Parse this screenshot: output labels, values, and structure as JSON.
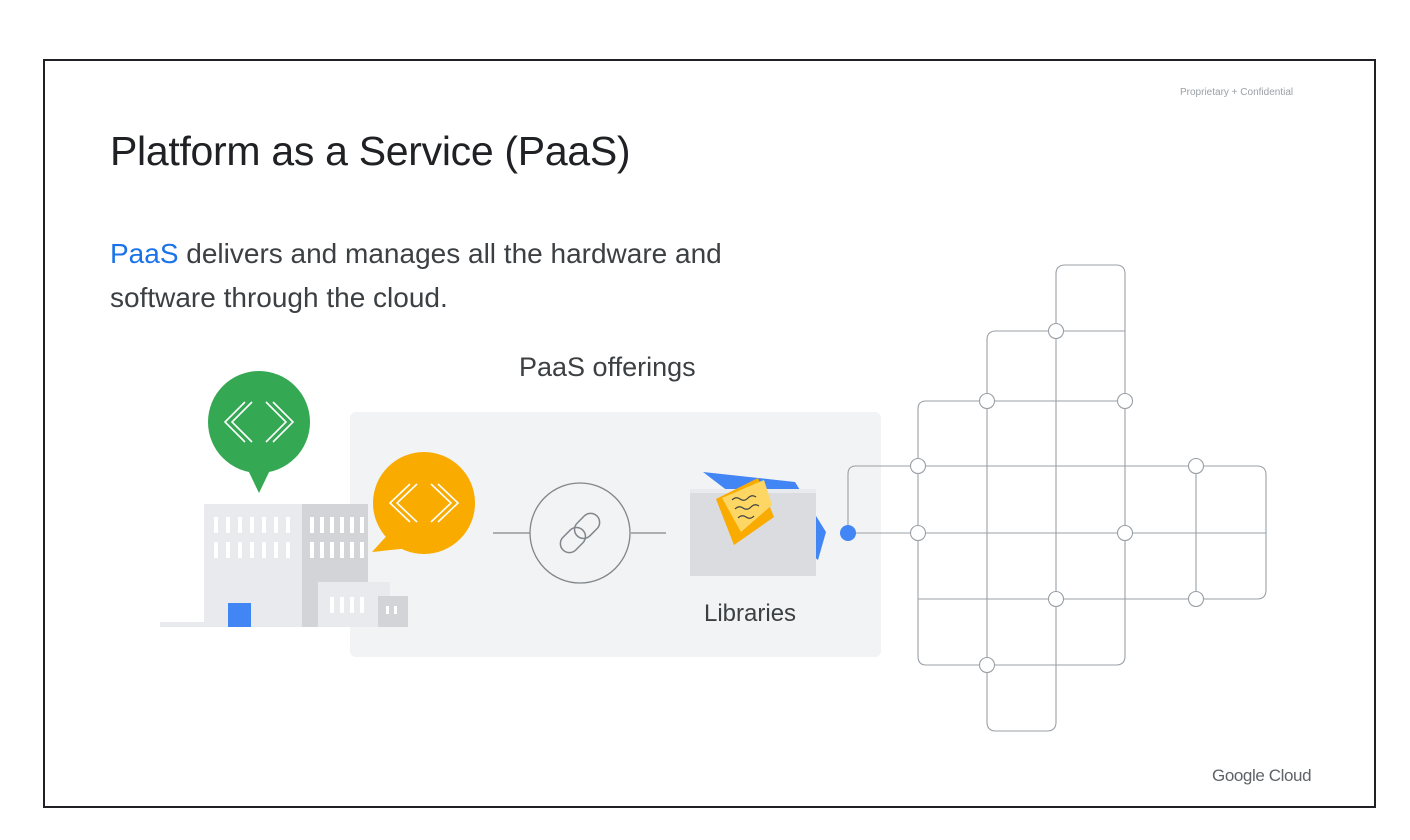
{
  "header": {
    "confidential_label": "Proprietary + Confidential"
  },
  "slide": {
    "title": "Platform as a Service (PaaS)",
    "body": {
      "highlight": "PaaS",
      "text": " delivers and manages all the hardware and software through the cloud."
    },
    "diagram": {
      "offerings_label": "PaaS offerings",
      "libraries_label": "Libraries"
    }
  },
  "footer": {
    "brand": "Google Cloud"
  },
  "icons": {
    "developer_code": "code-brackets-icon",
    "link": "link-icon",
    "folder": "folder-icon",
    "sticky_note": "sticky-note-icon",
    "building": "building-icon",
    "network": "network-grid-icon"
  },
  "colors": {
    "accent_blue": "#1a73e8",
    "green": "#34a853",
    "yellow": "#f9ab00",
    "panel_gray": "#f1f3f4",
    "connector_blue": "#4285f4"
  }
}
